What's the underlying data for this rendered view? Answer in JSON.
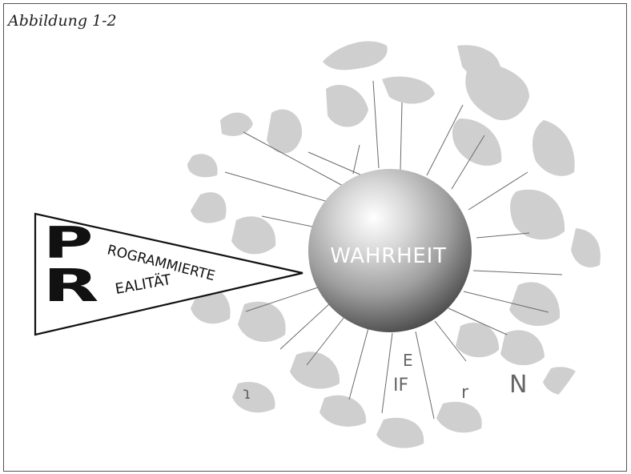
{
  "caption": "Abbildung 1-2",
  "pennant": {
    "word1_initial": "P",
    "word1_rest": "ROGRAMMIERTE",
    "word2_initial": "R",
    "word2_rest": "EALITÄT"
  },
  "center_label": "WAHRHEIT",
  "fragments": {
    "f1": "E",
    "f2": "IF",
    "f3": "r",
    "f4": "N",
    "f5": "ɿ"
  },
  "colors": {
    "sphere_light": "#ffffff",
    "sphere_mid": "#a8a8a8",
    "sphere_dark": "#4b4b4b",
    "blob": "#cfcfcf"
  }
}
